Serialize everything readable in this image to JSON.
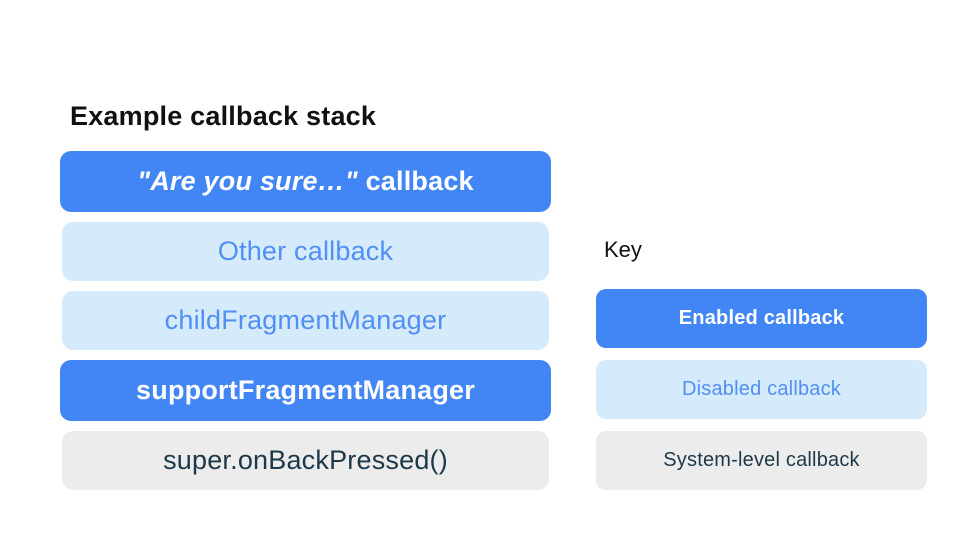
{
  "colors": {
    "page_bg": "#FFFFFF",
    "enabled_bg": "#4285F4",
    "enabled_text": "#FFFFFF",
    "disabled_bg": "#D5EAFB",
    "disabled_text": "#518FF2",
    "system_bg": "#ECECEC",
    "system_text": "#1D3849",
    "heading_text": "#111111"
  },
  "stack": {
    "title": "Example callback stack",
    "items": [
      {
        "type": "enabled",
        "quoted": "\"Are you sure…\"",
        "rest": " callback"
      },
      {
        "type": "disabled",
        "label": "Other callback"
      },
      {
        "type": "disabled",
        "label": "childFragmentManager"
      },
      {
        "type": "enabled",
        "label": "supportFragmentManager"
      },
      {
        "type": "system",
        "label": "super.onBackPressed()"
      }
    ]
  },
  "key": {
    "title": "Key",
    "items": [
      {
        "type": "enabled",
        "label": "Enabled callback"
      },
      {
        "type": "disabled",
        "label": "Disabled callback"
      },
      {
        "type": "system",
        "label": "System-level callback"
      }
    ]
  }
}
